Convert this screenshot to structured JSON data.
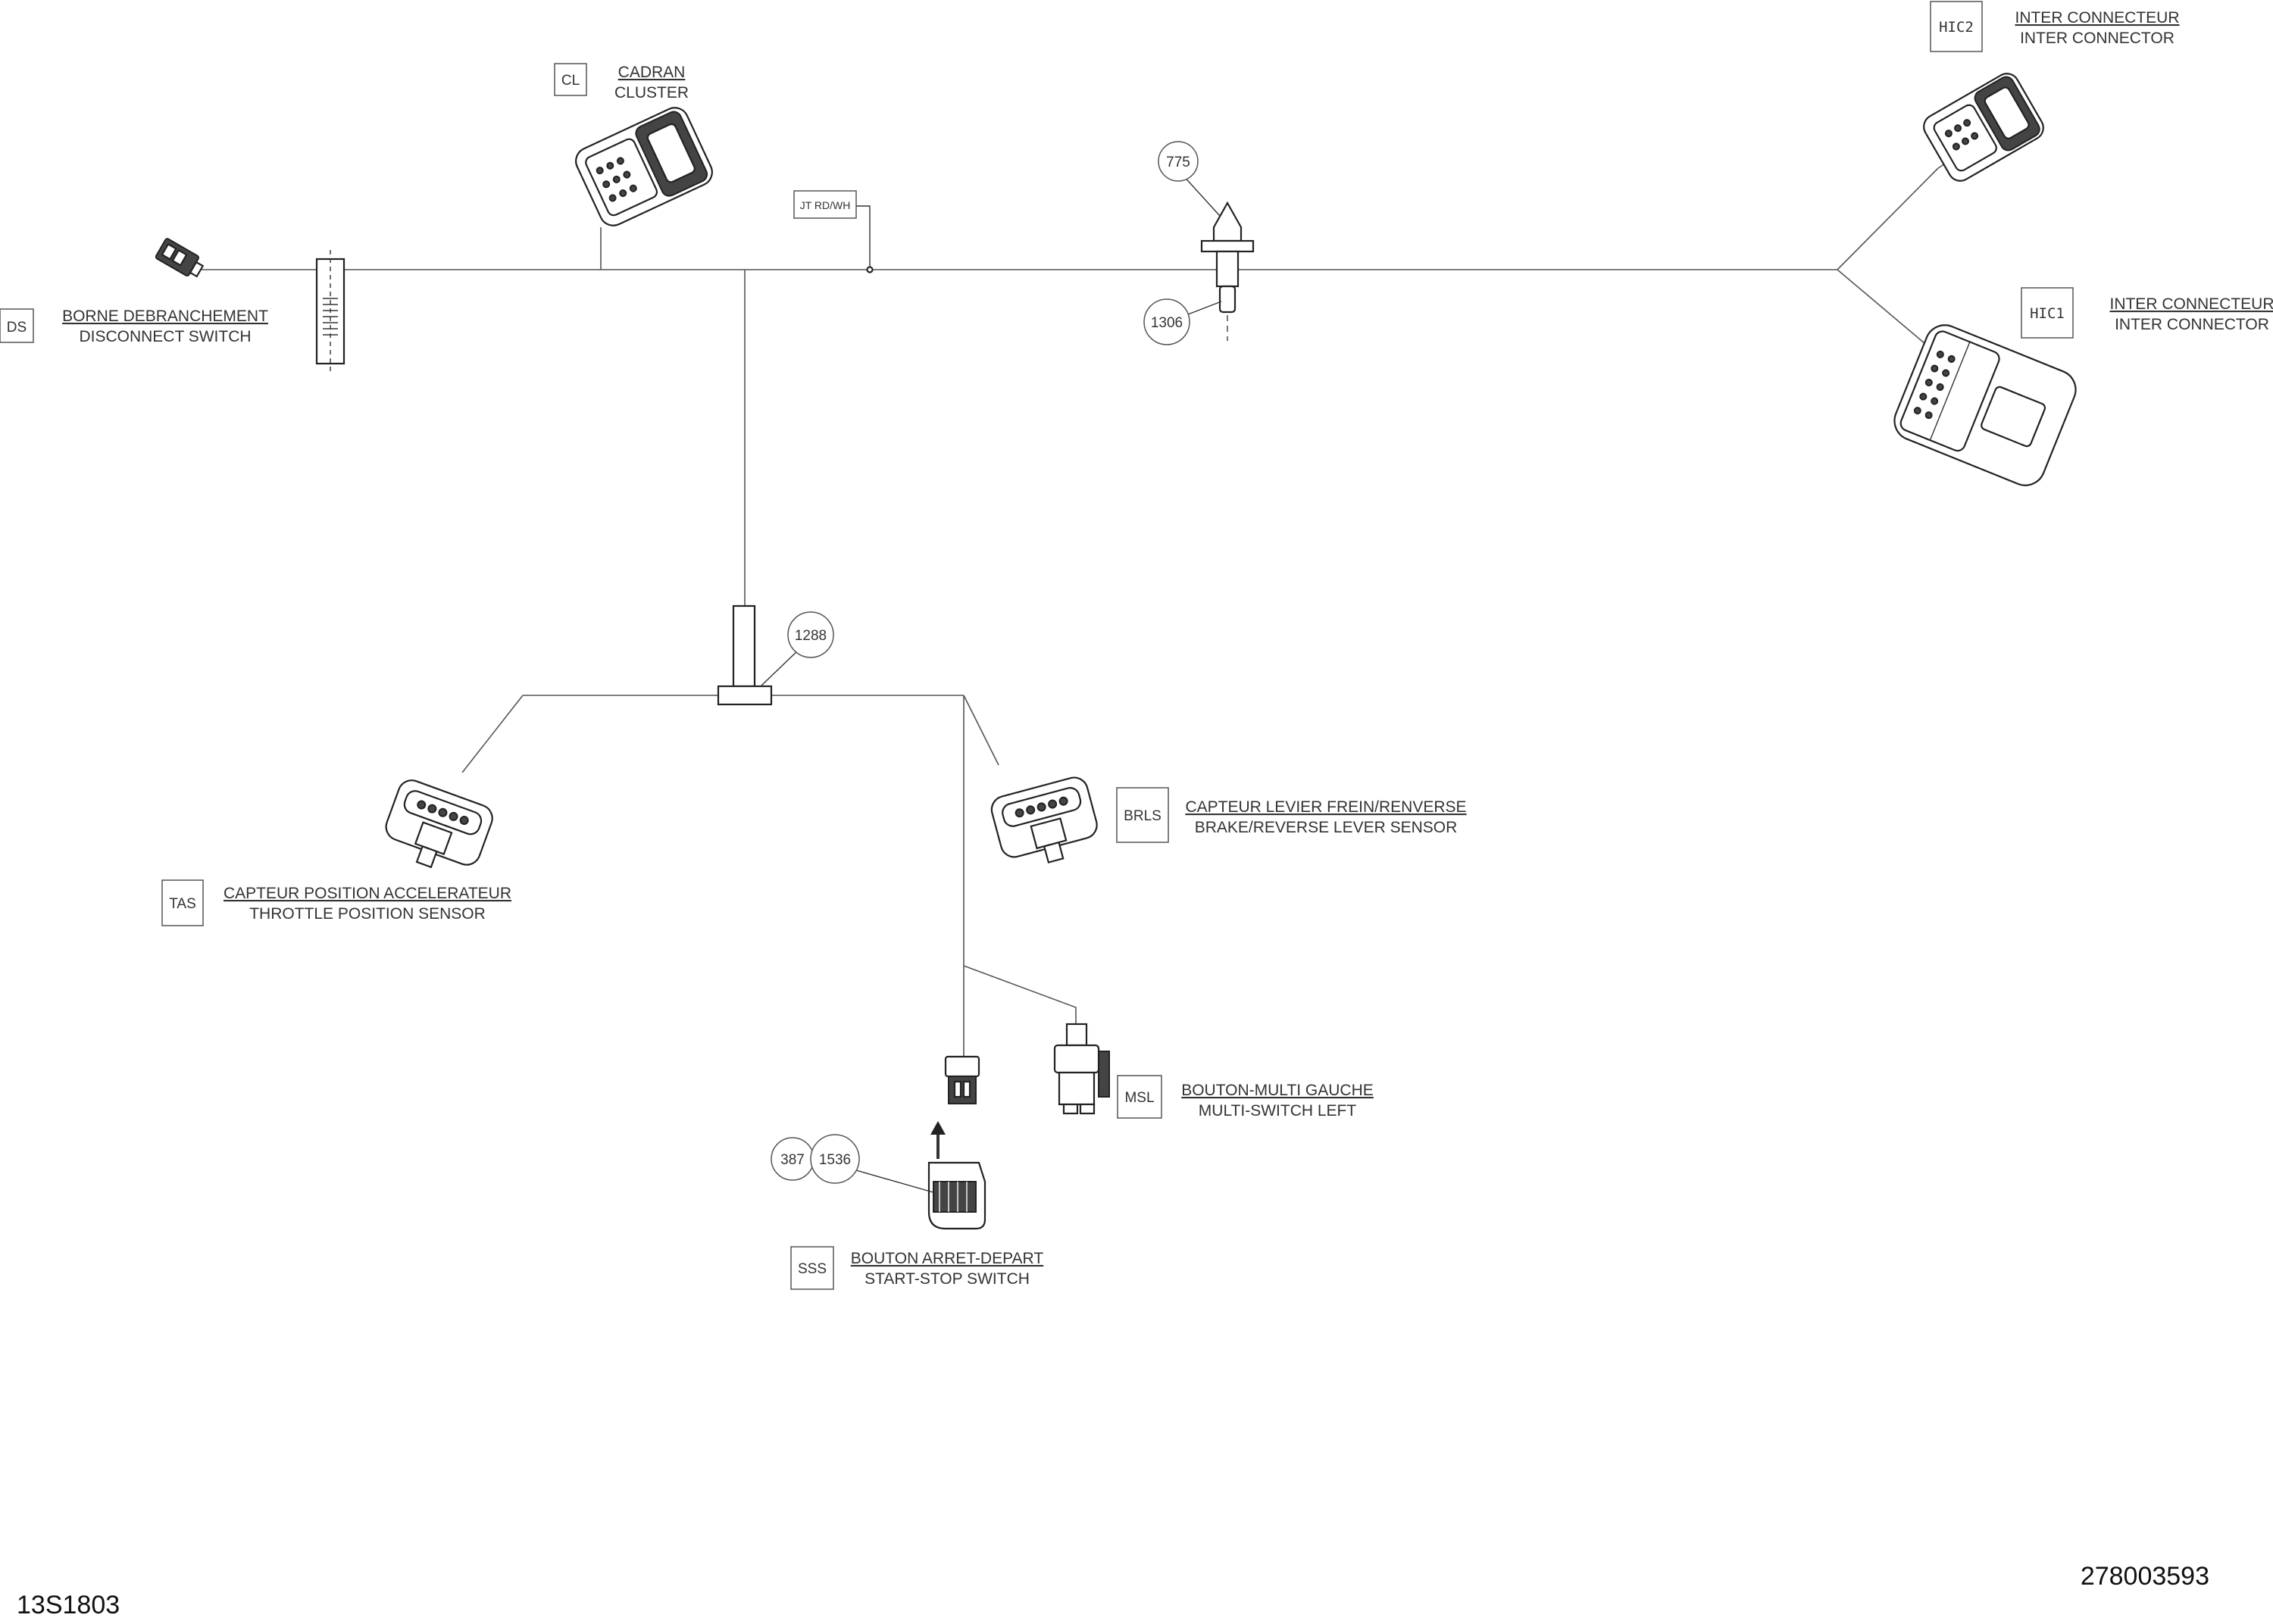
{
  "diagram_ref": "13S1803",
  "part_number": "278003593",
  "splice_label": "JT RD/WH",
  "connectors": {
    "ds": {
      "code": "DS",
      "name_fr": "BORNE DEBRANCHEMENT",
      "name_en": "DISCONNECT SWITCH"
    },
    "cl": {
      "code": "CL",
      "name_fr": "CADRAN",
      "name_en": "CLUSTER"
    },
    "hic2": {
      "code": "HIC2",
      "name_fr": "INTER CONNECTEUR",
      "name_en": "INTER CONNECTOR"
    },
    "hic1": {
      "code": "HIC1",
      "name_fr": "INTER CONNECTEUR",
      "name_en": "INTER CONNECTOR"
    },
    "tas": {
      "code": "TAS",
      "name_fr": "CAPTEUR POSITION ACCELERATEUR",
      "name_en": "THROTTLE POSITION SENSOR"
    },
    "brls": {
      "code": "BRLS",
      "name_fr": "CAPTEUR LEVIER FREIN/RENVERSE",
      "name_en": "BRAKE/REVERSE LEVER SENSOR"
    },
    "msl": {
      "code": "MSL",
      "name_fr": "BOUTON-MULTI GAUCHE",
      "name_en": "MULTI-SWITCH LEFT"
    },
    "sss": {
      "code": "SSS",
      "name_fr": "BOUTON ARRET-DEPART",
      "name_en": "START-STOP SWITCH"
    }
  },
  "callouts": {
    "c775": "775",
    "c1306": "1306",
    "c1288": "1288",
    "c387": "387",
    "c1536": "1536"
  }
}
